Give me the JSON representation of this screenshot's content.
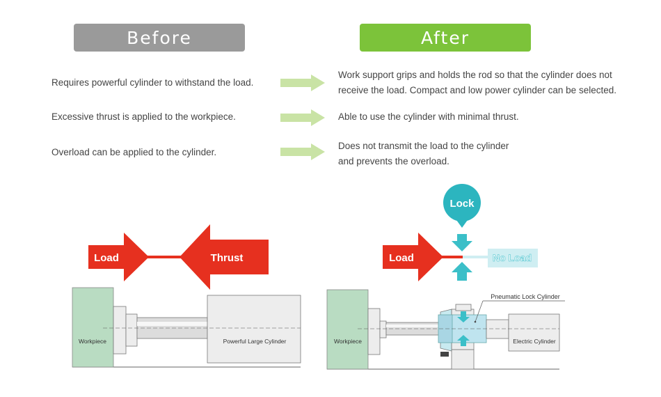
{
  "before": {
    "title": "Before",
    "items": [
      "Requires powerful cylinder to withstand the load.",
      "Excessive thrust is applied to the workpiece.",
      "Overload can be applied to the cylinder."
    ],
    "diagram": {
      "load": "Load",
      "thrust": "Thrust",
      "workpiece": "Workpiece",
      "cylinder": "Powerful Large Cylinder"
    }
  },
  "after": {
    "title": "After",
    "items": [
      {
        "line1": "Work support grips and holds the rod so that the cylinder does not",
        "line2": "receive the load. Compact and low power cylinder can be selected."
      },
      {
        "line1": "Able to use the cylinder with minimal thrust.",
        "line2": ""
      },
      {
        "line1": "Does not transmit the load to the cylinder",
        "line2": "and prevents the overload."
      }
    ],
    "diagram": {
      "lock": "Lock",
      "load": "Load",
      "no_load": "No Load",
      "lock_cylinder": "Pneumatic Lock Cylinder",
      "workpiece": "Workpiece",
      "cylinder": "Electric Cylinder"
    }
  },
  "colors": {
    "before_header": "#9a9a9a",
    "after_header": "#7cc33a",
    "arrow_green": "#c9e3a5",
    "red": "#e6301f",
    "teal": "#3bbfc8",
    "workpiece": "#b9dcc2"
  }
}
